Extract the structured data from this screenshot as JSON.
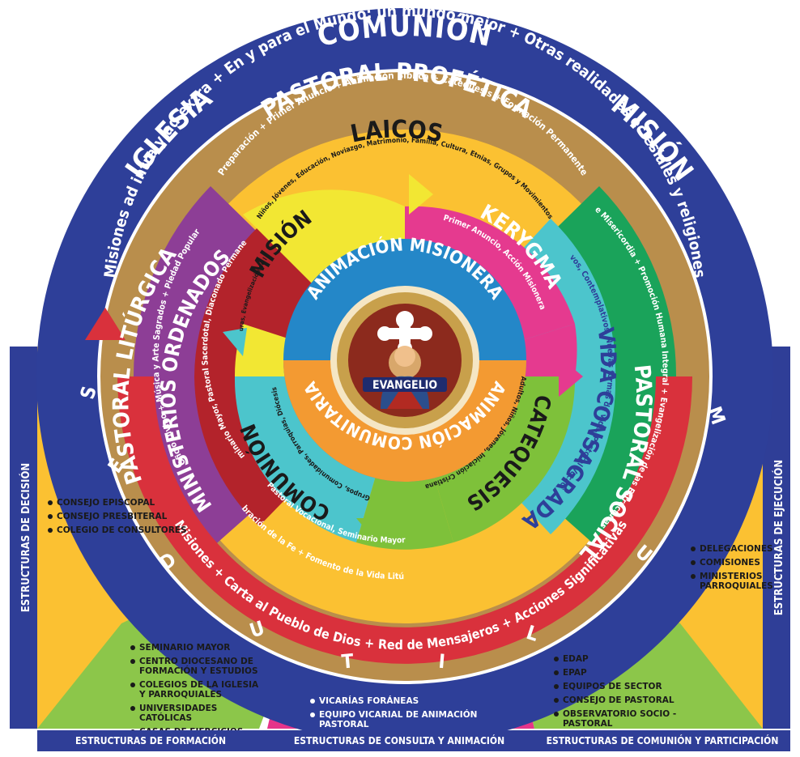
{
  "colors": {
    "navy": "#2f3e97",
    "ring_blue": "#2e3f99",
    "ring_light": "#7fd3ec",
    "gold": "#b98e4c",
    "yellow": "#fbc132",
    "red": "#d9313c",
    "purple": "#8d3e96",
    "darkred": "#b3232b",
    "green": "#1aa35a",
    "teal": "#4cc5cc",
    "lime": "#7ec13a",
    "magenta": "#e53a8f",
    "lemon": "#f2e733",
    "blue": "#2487c8",
    "orange": "#f39a32",
    "center_gold": "#c8a04b",
    "center_red": "#8c2a1d",
    "formation_green": "#8cc64a",
    "consult_pink": "#e6348a",
    "yellow_panel": "#fbc132"
  },
  "outer_ring": {
    "top": "COMUNIÓN",
    "left": "IGLESIA",
    "right": "MISIÓN",
    "arc_text": "Misiones ad intra y ad extra + En y para el Mundo: un mundo mejor + Otras realidades eclesiales y religiones"
  },
  "gold_ring": {
    "title": "PASTORAL PROFÉTICA",
    "subtitle": "Preparación + Primer Anuncio + Animación Bíblica + Catequesis + Formación Permanente"
  },
  "laicos_band": {
    "title": "LAICOS",
    "subtitle": "Niños, Jóvenes, Educación, Noviazgo, Matrimonio, Familia, Cultura, Etnias, Grupos y Movimientos"
  },
  "red_ring": {
    "letters": [
      "S",
      "E",
      "D",
      "U",
      "T",
      "I",
      "L",
      "U",
      "M"
    ],
    "bottom_text": "Misiones + Carta al Pueblo de Dios + Red de Mensajeros + Acciones Significativas"
  },
  "liturgica": {
    "title": "PASTORAL LITÚRGICA",
    "subtitle": "Oficio Divino + Música y Arte Sagrados + Piedad Popular",
    "bottom_text": "Celebración de la Fe + Fomento de la Vida Litúrgica"
  },
  "ministerios": {
    "title": "MINISTERIOS ORDENADOS",
    "subtitle": "Seminario Mayor, Pastoral Sacerdotal, Diaconado Permanente",
    "bottom_text": "Pastoral Vocacional, Seminario Mayor"
  },
  "social": {
    "title": "PASTORAL SOCIAL",
    "subtitle": "Obras de Misericordia + Promoción Humana Integral + Evangelización de las Estructuras + D.S.I."
  },
  "vida": {
    "title": "VIDA CONSAGRADA",
    "subtitle": "Activos, Contemplativos, Nuevas formas de vida, Pastoral Vocacional"
  },
  "inner": {
    "mision_title": "MISIÓN",
    "mision_sub": "Ministerios, Estructuras, Evangelización de lo Social, Ad Gentes",
    "kerygma_title": "KERYGMA",
    "kerygma_sub": "Primer Anuncio, Acción Misionera",
    "catequesis_title": "CATEQUESIS",
    "catequesis_sub": "Adultos, Niños, Jóvenes, Iniciación Cristiana",
    "comunion_title": "COMUNIÓN",
    "comunion_sub": "Grupos, Comunidades, Parroquias, Diócesis"
  },
  "center": {
    "animacion_misionera": "ANIMACIÓN MISIONERA",
    "animacion_comunitaria": "ANIMACIÓN COMUNITARIA",
    "evangelio": "EVANGELIO"
  },
  "side_left": {
    "title": "ESTRUCTURAS DE DECISIÓN",
    "items": [
      "CONSEJO EPISCOPAL",
      "CONSEJO PRESBITERAL",
      "COLEGIO DE CONSULTORES"
    ]
  },
  "side_right": {
    "title": "ESTRUCTURAS DE EJECUCIÓN",
    "items": [
      "DELEGACIONES",
      "COMISIONES",
      "MINISTERIOS PARROQUIALES"
    ]
  },
  "formacion": {
    "title": "ESTRUCTURAS DE FORMACIÓN",
    "items": [
      "SEMINARIO MAYOR",
      "CENTRO DIOCESANO DE FORMACIÓN Y ESTUDIOS",
      "COLEGIOS DE LA IGLESIA Y PARROQUIALES",
      "UNIVERSIDADES CATÓLICAS",
      "CASAS DE EJERCICIOS ESPIRITUALES"
    ]
  },
  "consulta": {
    "title": "ESTRUCTURAS DE CONSULTA Y ANIMACIÓN",
    "items": [
      "VICARÍAS FORÁNEAS",
      "EQUIPO VICARIAL DE ANIMACIÓN PASTORAL"
    ]
  },
  "comunion_part": {
    "title": "ESTRUCTURAS DE COMUNIÓN Y PARTICIPACIÓN",
    "items": [
      "EDAP",
      "EPAP",
      "EQUIPOS DE SECTOR",
      "CONSEJO DE PASTORAL",
      "OBSERVATORIO SOCIO - PASTORAL"
    ]
  }
}
